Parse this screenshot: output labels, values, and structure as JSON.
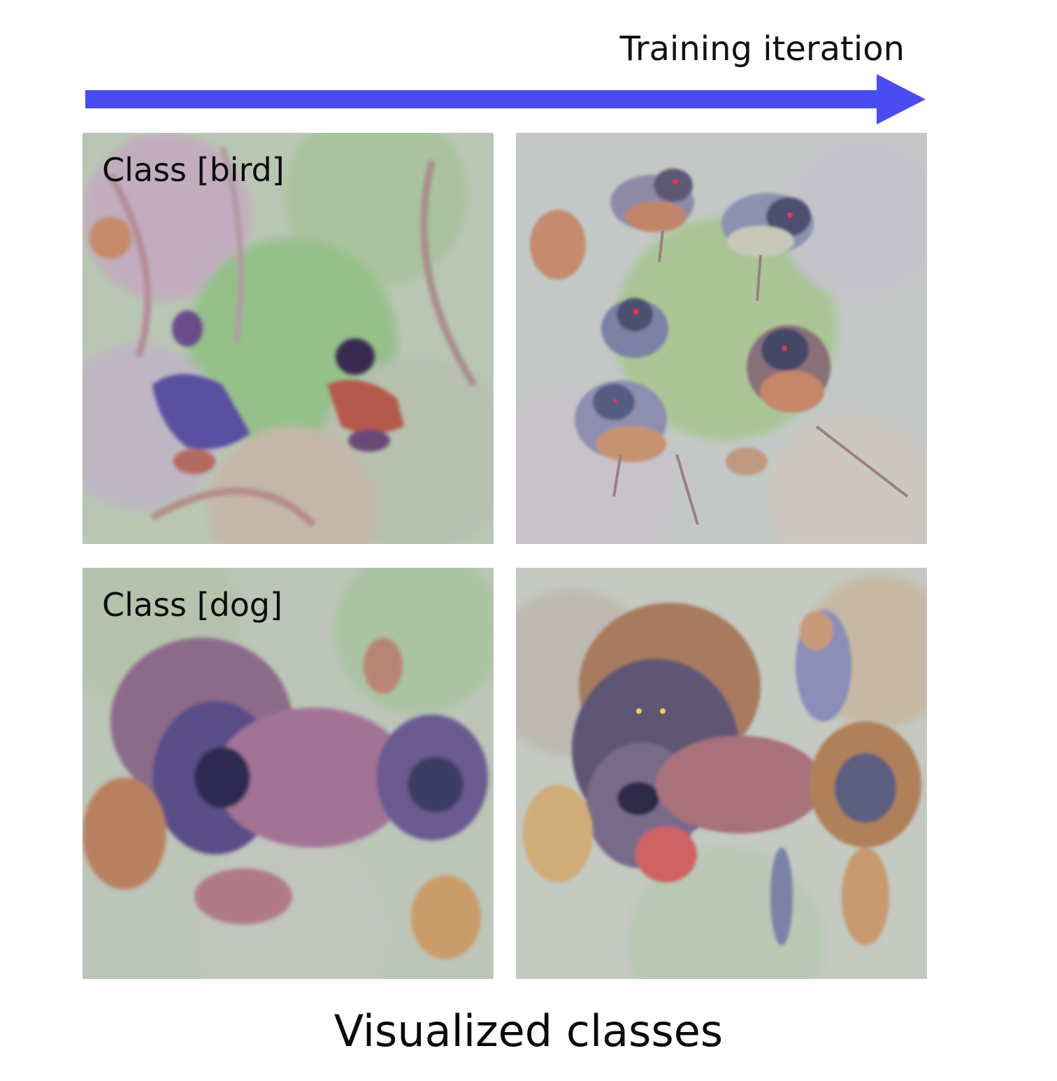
{
  "axis": {
    "label": "Training iteration",
    "color": "#4a4cf2"
  },
  "rows": [
    {
      "label": "Class [bird]"
    },
    {
      "label": "Class [dog]"
    }
  ],
  "caption": "Visualized classes"
}
